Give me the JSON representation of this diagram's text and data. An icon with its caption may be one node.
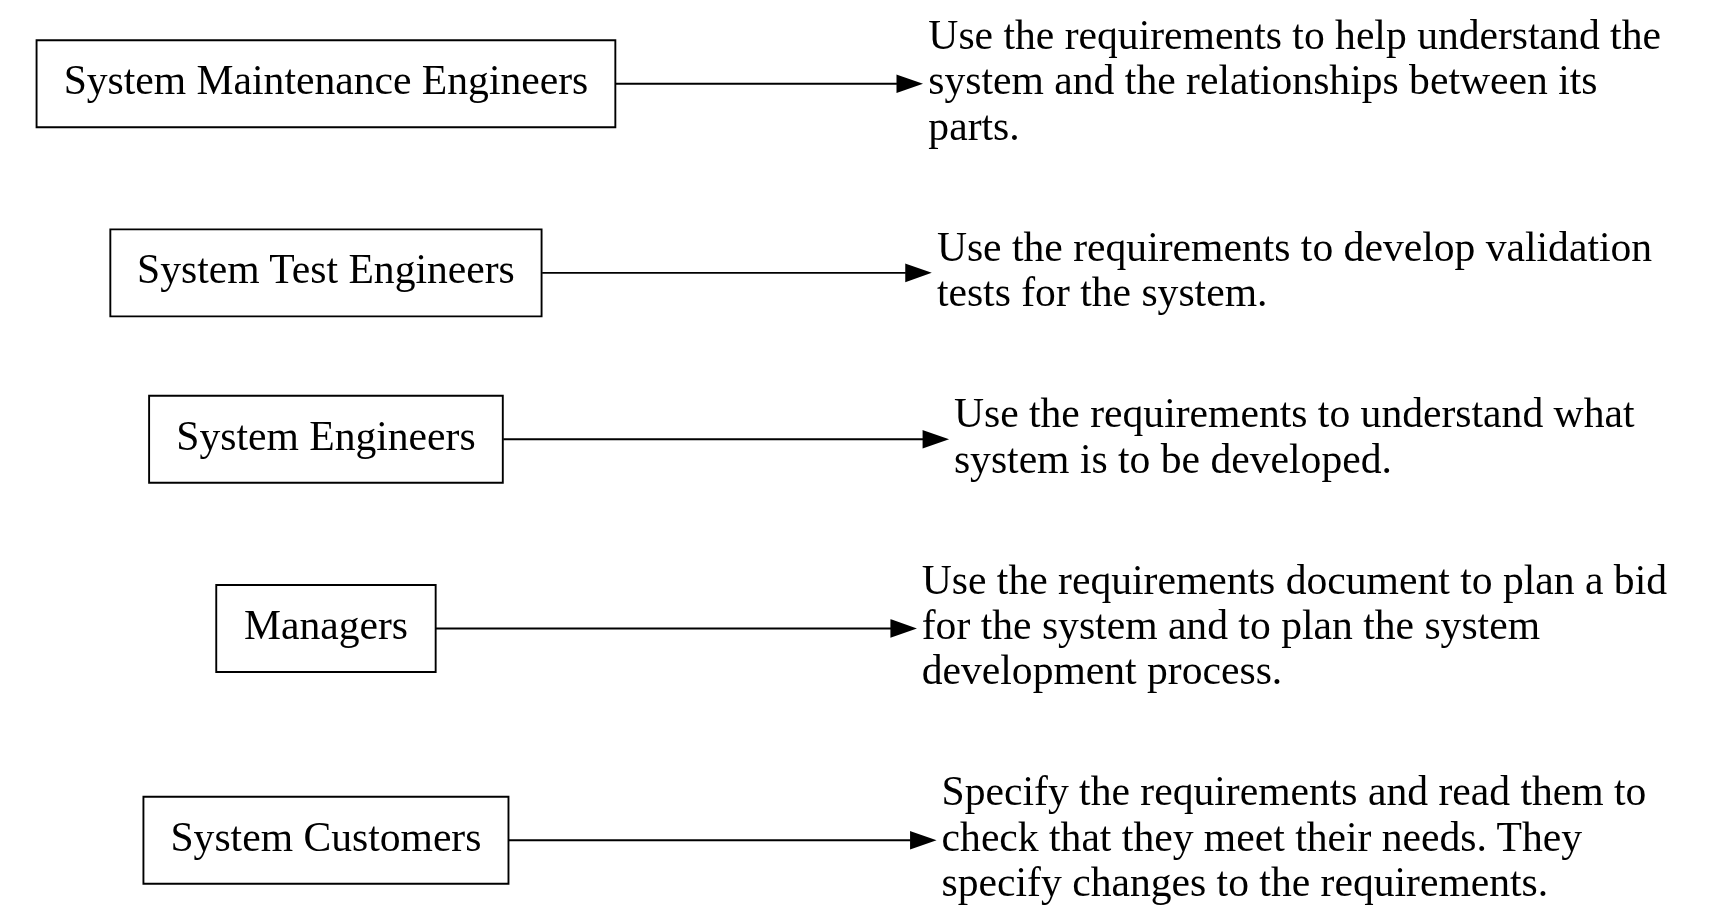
{
  "diagram": {
    "nodes": [
      {
        "text": [
          "System Customers"
        ]
      },
      {
        "text": [
          "Specify the requirements and read them to check that they meet their needs. They specify changes to the requirements."
        ]
      },
      {
        "text": [
          "Managers"
        ]
      },
      {
        "text": [
          "Use the requirements document to plan a bid for the system and to plan the system development process."
        ]
      },
      {
        "text": [
          "System Engineers"
        ]
      },
      {
        "text": [
          "Use the requirements to understand what system is to be developed."
        ]
      },
      {
        "text": [
          "System Test Engineers"
        ]
      },
      {
        "text": [
          "Use the requirements to develop validation tests for the system."
        ]
      },
      {
        "text": [
          "System Maintenance Engineers"
        ]
      },
      {
        "text": [
          "Use the requirements to help understand the system and the relationships between its parts."
        ]
      }
    ],
    "edges": [
      {
        "from": 0,
        "to": 1,
        "arrow": "to"
      },
      {
        "from": 2,
        "to": 3,
        "arrow": "to"
      },
      {
        "from": 4,
        "to": 5,
        "arrow": "to"
      },
      {
        "from": 6,
        "to": 7,
        "arrow": "to"
      },
      {
        "from": 8,
        "to": 9,
        "arrow": "to"
      }
    ]
  }
}
